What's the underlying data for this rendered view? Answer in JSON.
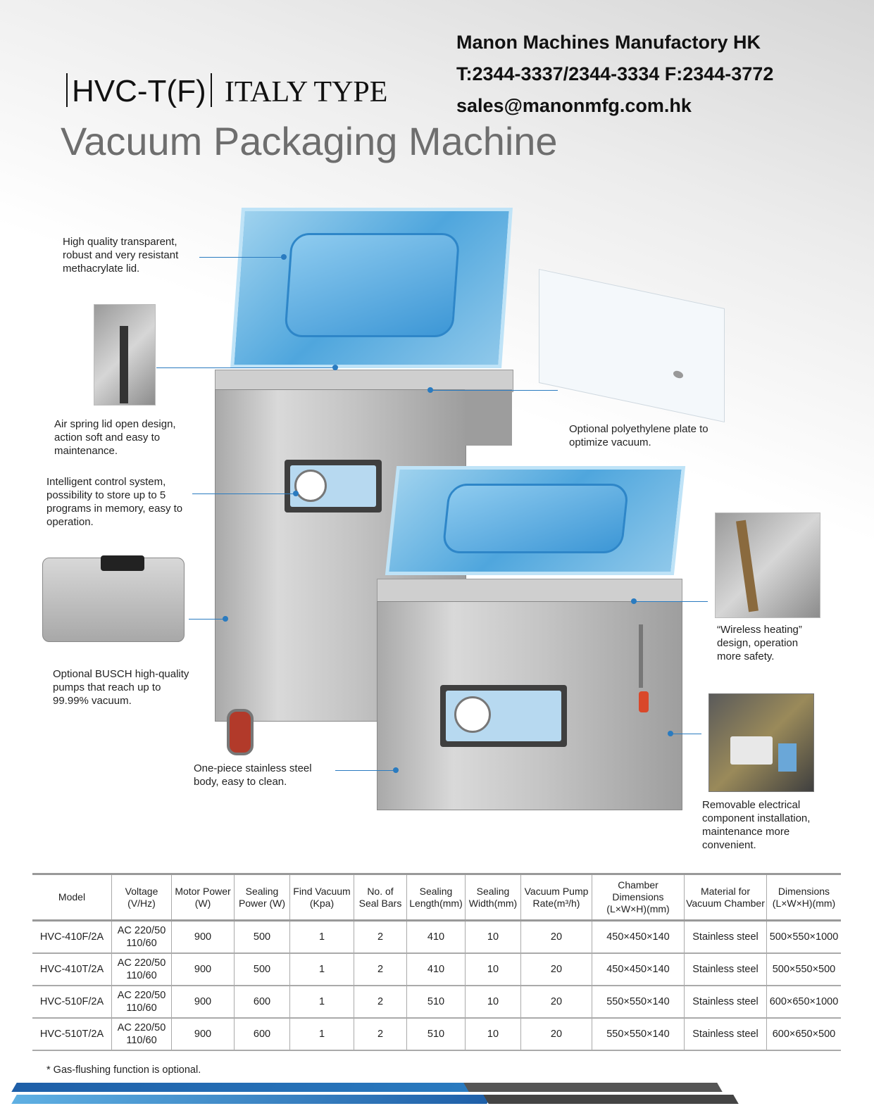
{
  "header": {
    "company_name": "Manon Machines Manufactory HK",
    "phone_fax": "T:2344-3337/2344-3334 F:2344-3772",
    "email": "sales@manonmfg.com.hk",
    "model_code": "HVC-T(F)",
    "model_type": "ITALY TYPE",
    "product_name": "Vacuum Packaging Machine"
  },
  "callouts": {
    "lid": "High quality transparent, robust and very resistant methacrylate lid.",
    "air_spring": "Air spring lid open design, action soft and easy to maintenance.",
    "control": "Intelligent control system, possibility to store up to 5 programs in memory, easy to operation.",
    "pump": "Optional BUSCH high-quality pumps that reach up to 99.99% vacuum.",
    "body": "One-piece stainless steel body, easy to clean.",
    "plate": "Optional polyethylene plate to optimize vacuum.",
    "heating": "“Wireless heating” design, operation more safety.",
    "electrical": "Removable electrical component installation, maintenance more convenient."
  },
  "table": {
    "headers": [
      {
        "line1": "Model",
        "line2": ""
      },
      {
        "line1": "Voltage",
        "line2": "(V/Hz)"
      },
      {
        "line1": "Motor Power",
        "line2": "(W)"
      },
      {
        "line1": "Sealing",
        "line2": "Power (W)"
      },
      {
        "line1": "Find Vacuum",
        "line2": "(Kpa)"
      },
      {
        "line1": "No. of",
        "line2": "Seal Bars"
      },
      {
        "line1": "Sealing",
        "line2": "Length(mm)"
      },
      {
        "line1": "Sealing",
        "line2": "Width(mm)"
      },
      {
        "line1": "Vacuum Pump",
        "line2": "Rate(m³/h)"
      },
      {
        "line1": "Chamber Dimensions",
        "line2": "(L×W×H)(mm)"
      },
      {
        "line1": "Material for",
        "line2": "Vacuum Chamber"
      },
      {
        "line1": "Dimensions",
        "line2": "(L×W×H)(mm)"
      }
    ],
    "rows": [
      {
        "model": "HVC-410F/2A",
        "voltage1": "AC 220/50",
        "voltage2": "110/60",
        "motor": "900",
        "sealing_power": "500",
        "vacuum": "1",
        "bars": "2",
        "seal_len": "410",
        "seal_wid": "10",
        "pump_rate": "20",
        "chamber": "450×450×140",
        "material": "Stainless steel",
        "dims": "500×550×1000"
      },
      {
        "model": "HVC-410T/2A",
        "voltage1": "AC 220/50",
        "voltage2": "110/60",
        "motor": "900",
        "sealing_power": "500",
        "vacuum": "1",
        "bars": "2",
        "seal_len": "410",
        "seal_wid": "10",
        "pump_rate": "20",
        "chamber": "450×450×140",
        "material": "Stainless steel",
        "dims": "500×550×500"
      },
      {
        "model": "HVC-510F/2A",
        "voltage1": "AC 220/50",
        "voltage2": "110/60",
        "motor": "900",
        "sealing_power": "600",
        "vacuum": "1",
        "bars": "2",
        "seal_len": "510",
        "seal_wid": "10",
        "pump_rate": "20",
        "chamber": "550×550×140",
        "material": "Stainless steel",
        "dims": "600×650×1000"
      },
      {
        "model": "HVC-510T/2A",
        "voltage1": "AC 220/50",
        "voltage2": "110/60",
        "motor": "900",
        "sealing_power": "600",
        "vacuum": "1",
        "bars": "2",
        "seal_len": "510",
        "seal_wid": "10",
        "pump_rate": "20",
        "chamber": "550×550×140",
        "material": "Stainless steel",
        "dims": "600×650×500"
      }
    ]
  },
  "footnote": "* Gas-flushing function is optional.",
  "colors": {
    "accent_blue": "#2a7bc0",
    "stripe_dark_blue": "#1e5fa8",
    "stripe_light_blue": "#5fb0e3",
    "stripe_gray": "#444444"
  }
}
